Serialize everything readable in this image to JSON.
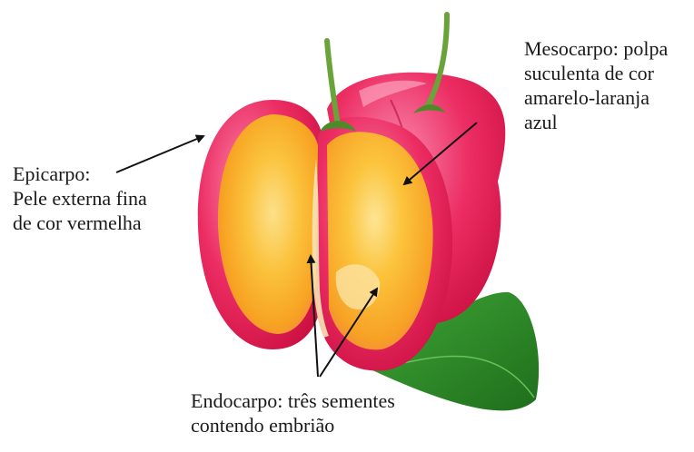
{
  "labels": {
    "epicarpo": {
      "line1": "Epicarpo:",
      "line2": "Pele externa fina",
      "line3": "de cor vermelha"
    },
    "mesocarpo": {
      "line1": "Mesocarpo: polpa",
      "line2": "suculenta de cor",
      "line3": "amarelo-laranja",
      "line4": "azul"
    },
    "endocarpo": {
      "line1": "Endocarpo: três sementes",
      "line2": "contendo embrião"
    }
  },
  "colors": {
    "skin_red": "#e8194f",
    "skin_pink": "#f25a8a",
    "pulp_yellow": "#f9b520",
    "pulp_light": "#fcd34a",
    "stem_green": "#6aa33a",
    "leaf_green": "#2f8f2a",
    "arrow": "#111111"
  }
}
